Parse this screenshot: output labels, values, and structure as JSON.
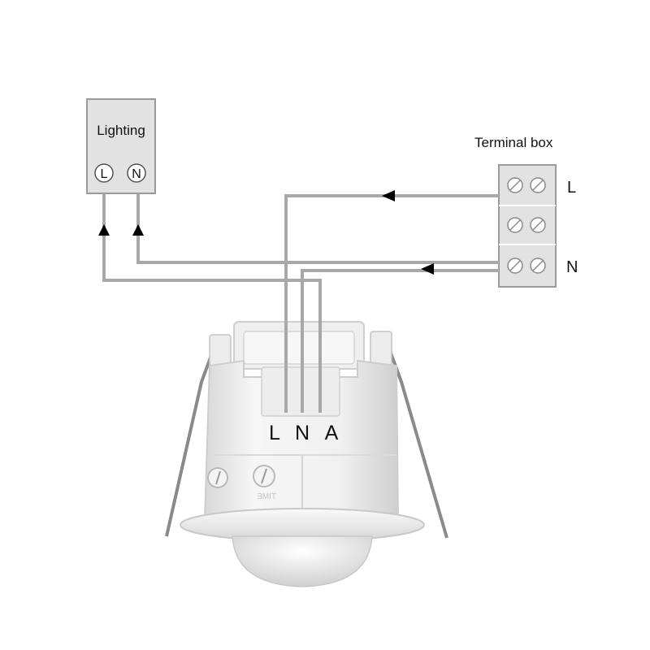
{
  "lighting": {
    "title": "Lighting",
    "terminal_l": "L",
    "terminal_n": "N"
  },
  "terminal_box": {
    "title": "Terminal box",
    "label_l": "L",
    "label_n": "N"
  },
  "sensor": {
    "label_l": "L",
    "label_n": "N",
    "label_a": "A"
  },
  "colors": {
    "wire": "#a8a8a8",
    "box_fill": "#e2e2e2",
    "box_border": "#9a9a9a",
    "sensor_body": "#f2f2f2",
    "arrow": "#000000"
  }
}
